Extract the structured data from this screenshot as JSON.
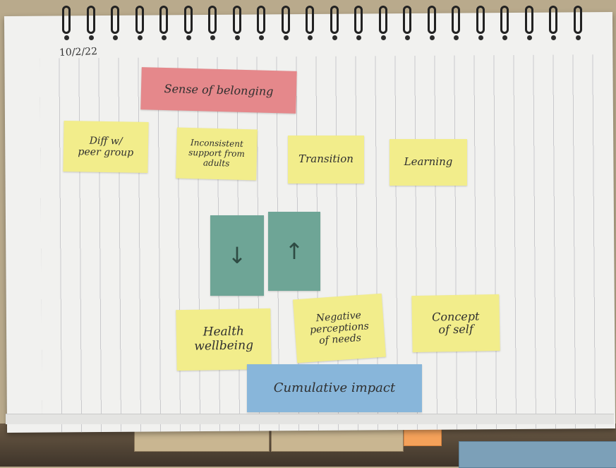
{
  "date": "10/2/22",
  "notes": {
    "sense_of_belonging": "Sense of belonging",
    "diff_peer_group": "Diff w/\npeer group",
    "inconsistent_support": "Inconsistent\nsupport from\nadults",
    "transition": "Transition",
    "learning": "Learning",
    "arrow_down": "↓",
    "arrow_up": "↑",
    "health_wellbeing": "Health\nwellbeing",
    "negative_perceptions": "Negative\nperceptions\nof needs",
    "concept_of_self": "Concept\nof self",
    "cumulative_impact": "Cumulative impact"
  },
  "colors": {
    "yellow": "#f2ed8b",
    "red": "#e5888b",
    "green": "#6ea596",
    "blue": "#88b6da"
  }
}
